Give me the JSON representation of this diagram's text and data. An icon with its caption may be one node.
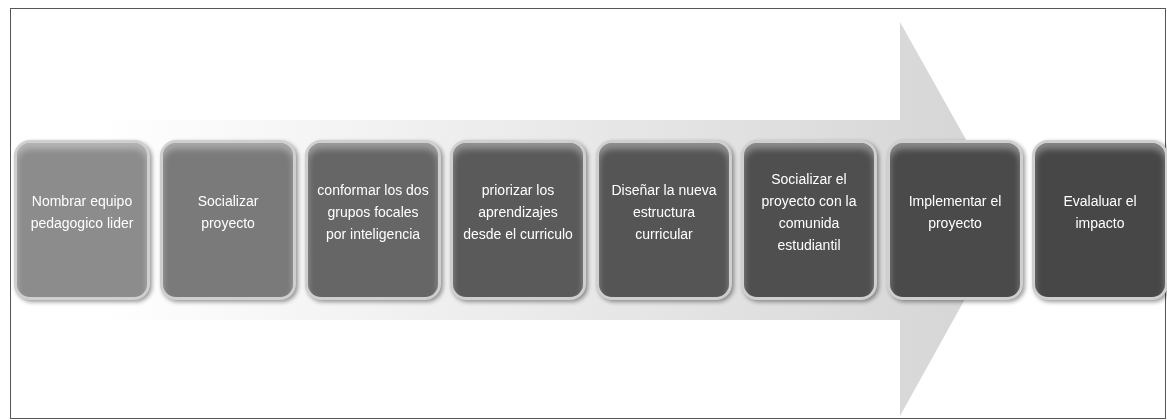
{
  "diagram": {
    "nodes": [
      {
        "text": [
          "Nombrar equipo pedagogico lider"
        ]
      },
      {
        "text": [
          "Socializar proyecto"
        ]
      },
      {
        "text": [
          "conformar los dos grupos focales por inteligencia"
        ]
      },
      {
        "text": [
          "priorizar los aprendizajes desde el curriculo"
        ]
      },
      {
        "text": [
          "Diseñar la nueva estructura curricular"
        ]
      },
      {
        "text": [
          "Socializar el proyecto con la comunida estudiantil"
        ]
      },
      {
        "text": [
          "Implementar el proyecto"
        ]
      },
      {
        "text": [
          "Evalaluar el impacto"
        ]
      }
    ]
  }
}
